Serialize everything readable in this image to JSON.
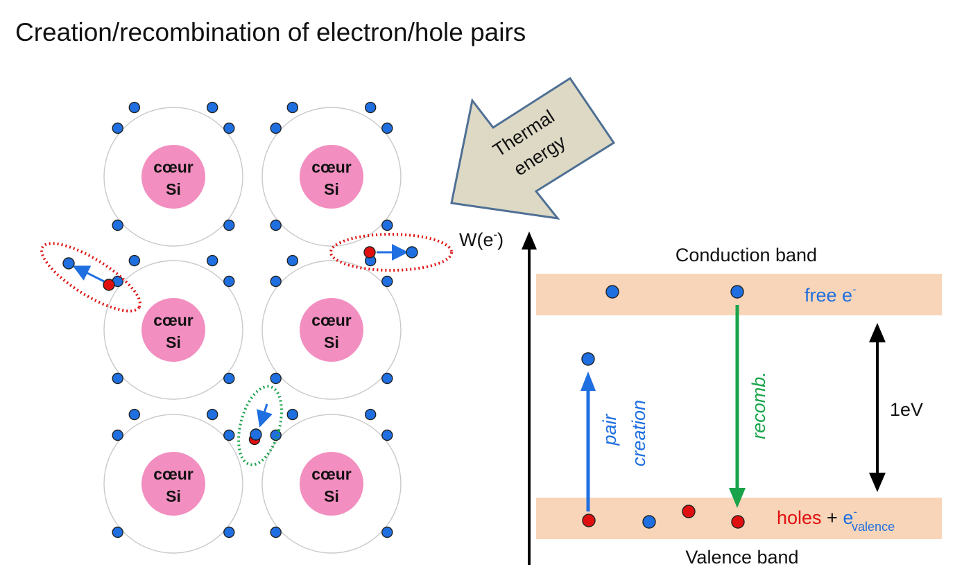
{
  "title": "Creation/recombination of electron/hole pairs",
  "lattice": {
    "core_line1": "cœur",
    "core_line2": "Si"
  },
  "thermal_arrow": {
    "line1": "Thermal",
    "line2": "energy"
  },
  "band_diagram": {
    "axis_label": "W(e",
    "axis_label_sup": "-",
    "axis_label_end": ")",
    "conduction_band": "Conduction band",
    "valence_band": "Valence band",
    "free_electron": "free e",
    "free_electron_sup": "-",
    "holes": "holes",
    "plus": " + ",
    "valence_e": "e",
    "valence_e_sup": "-",
    "valence_e_sub": "valence",
    "gap": "1eV",
    "pair_line1": "pair",
    "pair_line2": "creation",
    "recomb": "recomb."
  },
  "colors": {
    "electron": "#1f6fe0",
    "hole": "#e01010",
    "core": "#f28ec0",
    "band": "#f8d5b8",
    "thermal_fill": "#ddd9c4",
    "thermal_stroke": "#4f6f94",
    "recomb": "#1aa34a"
  }
}
